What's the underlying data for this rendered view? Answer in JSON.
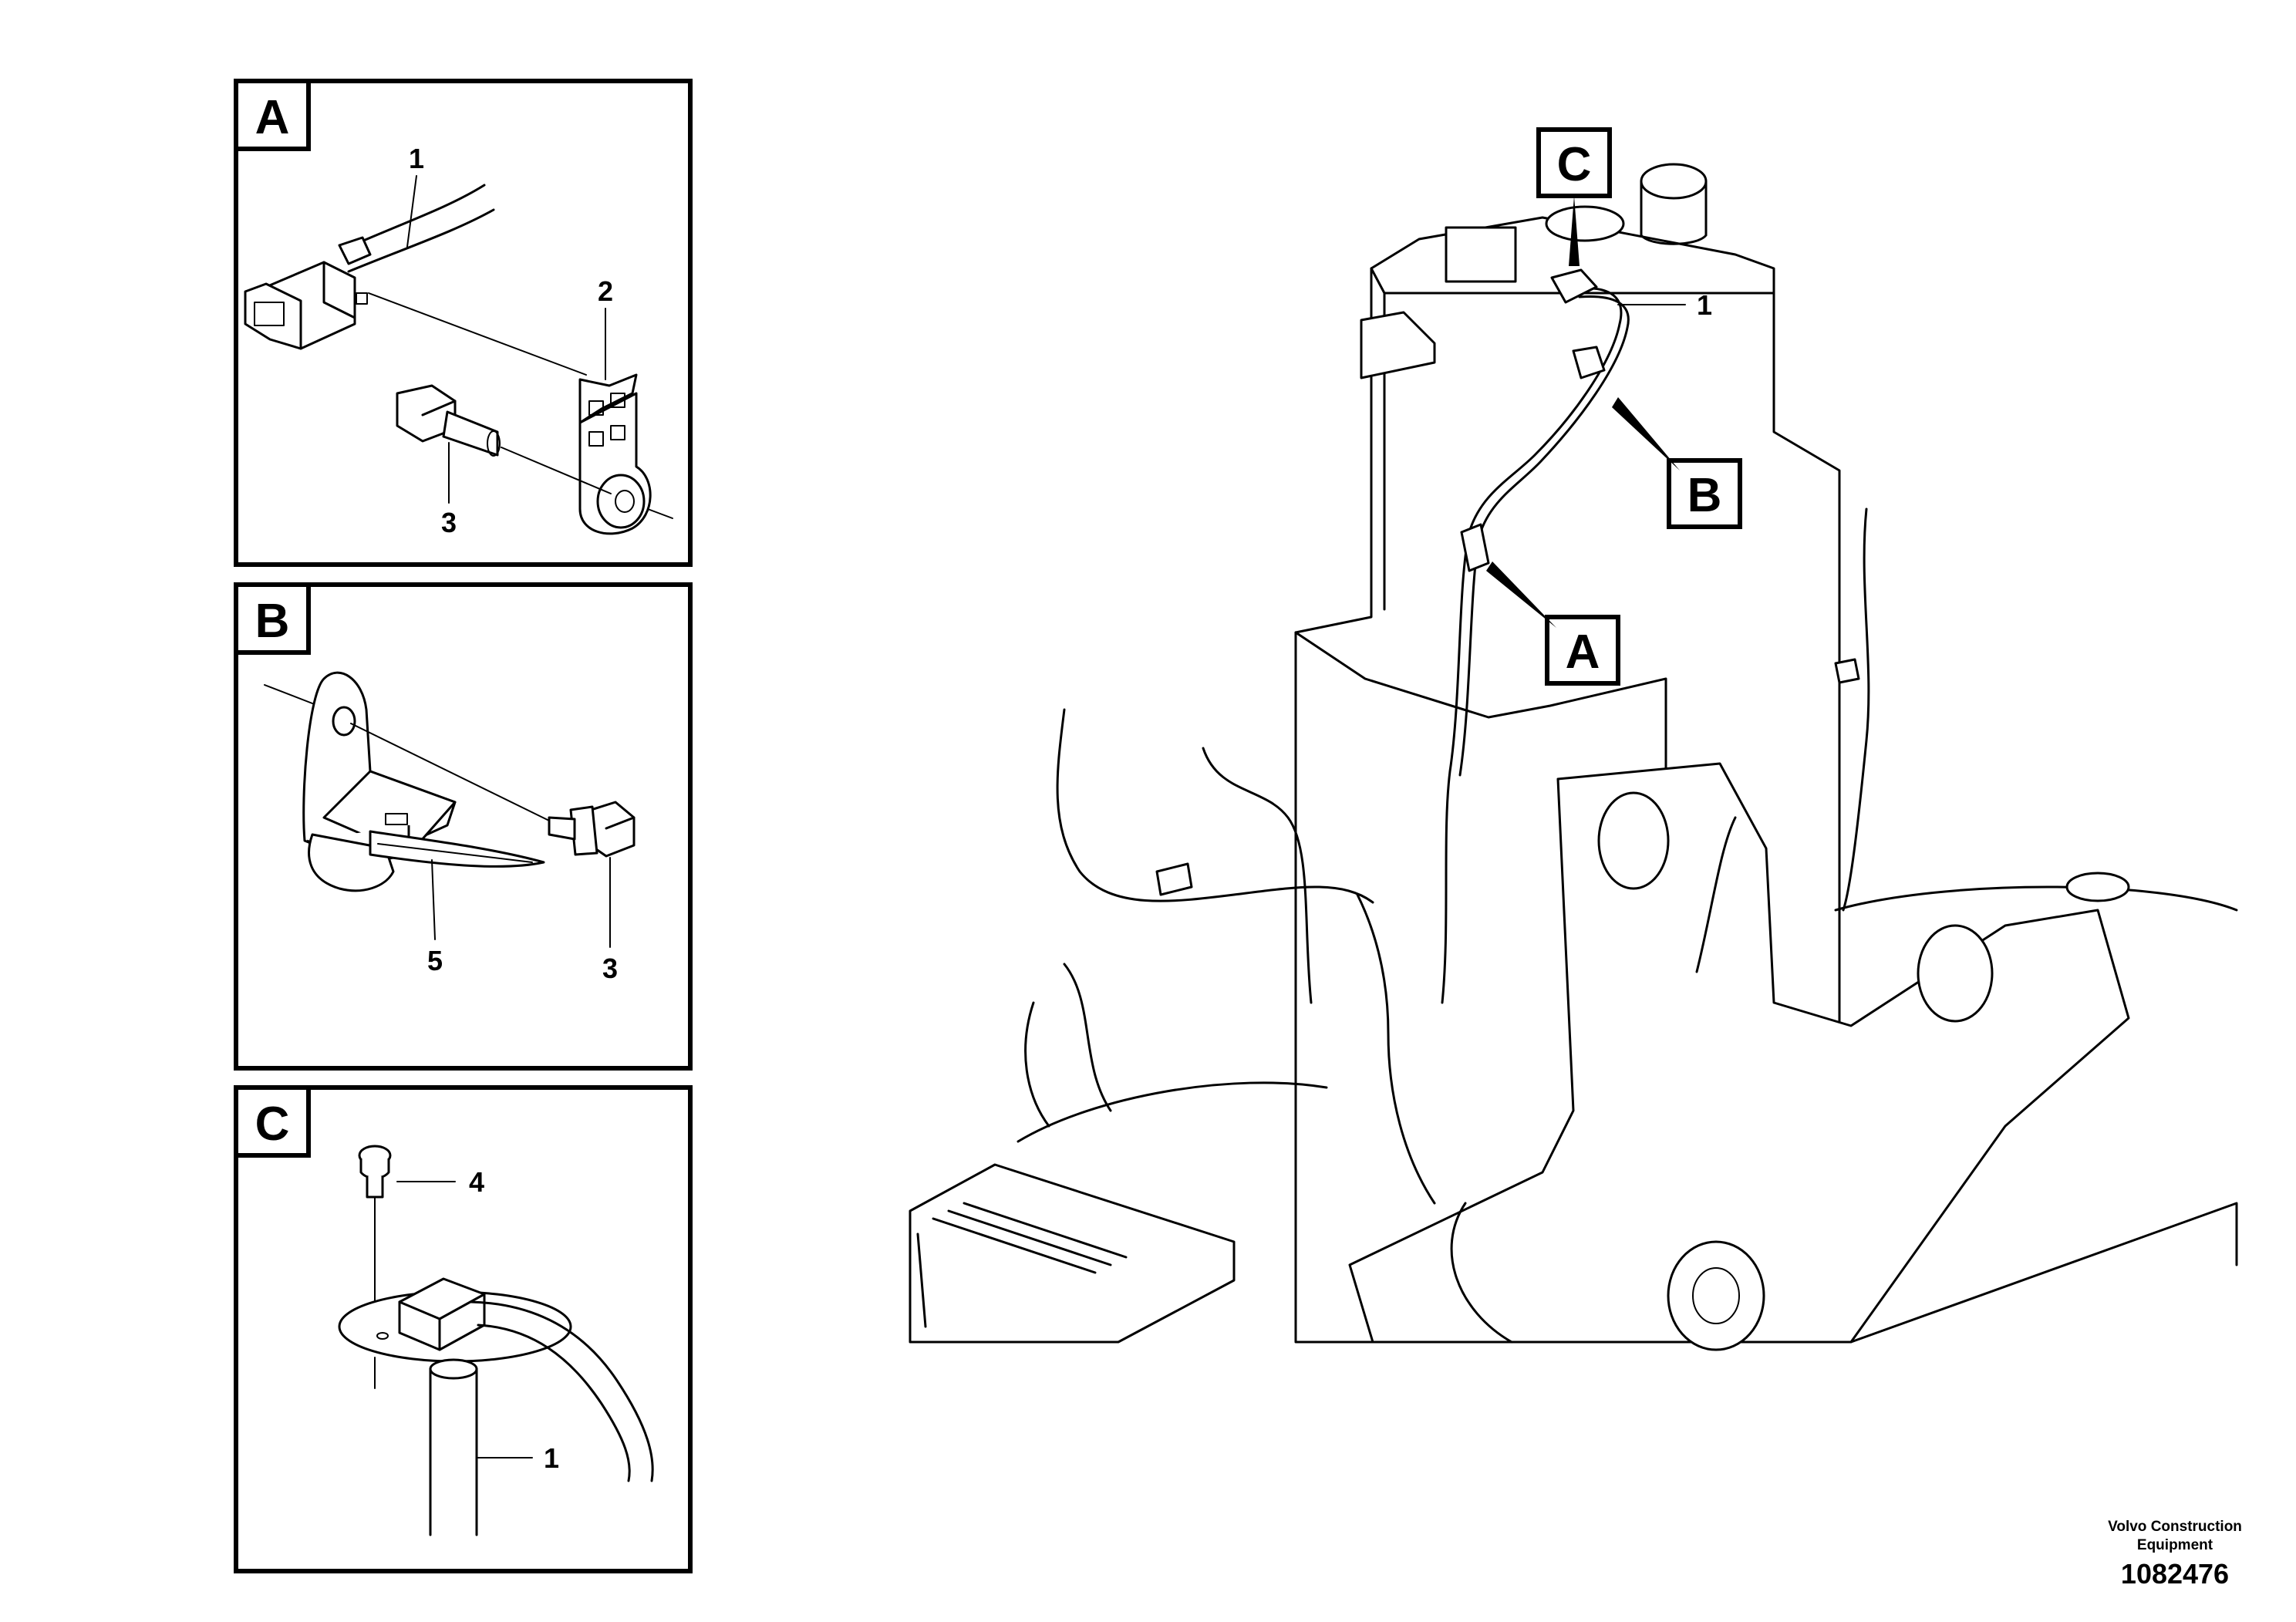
{
  "detail_views": [
    {
      "letter": "A",
      "callouts": [
        "1",
        "2",
        "3"
      ]
    },
    {
      "letter": "B",
      "callouts": [
        "5",
        "3"
      ]
    },
    {
      "letter": "C",
      "callouts": [
        "4",
        "1"
      ]
    }
  ],
  "main_view": {
    "tags": [
      "C",
      "B",
      "A"
    ],
    "callouts": [
      "1"
    ]
  },
  "footer": {
    "brand_line1": "Volvo Construction",
    "brand_line2": "Equipment",
    "drawing_number": "1082476"
  }
}
